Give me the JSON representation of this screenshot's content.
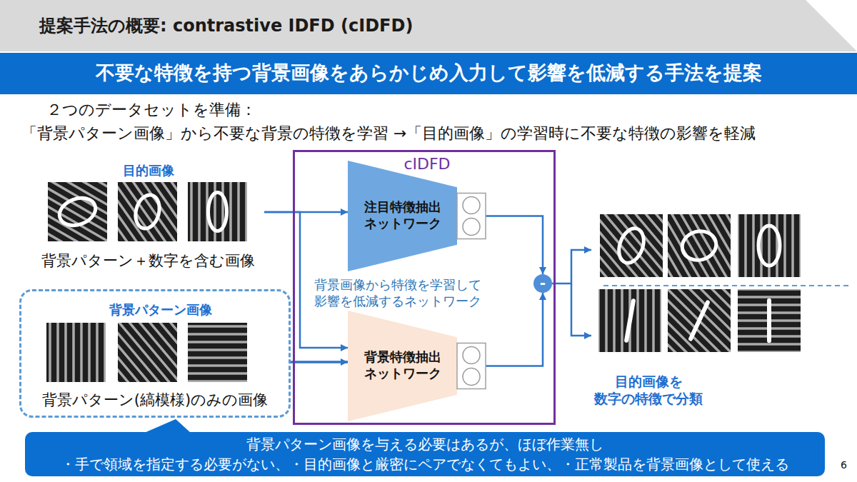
{
  "diagram": {
    "title": "提案手法の概要: contrastive IDFD (cIDFD)",
    "nodes": [
      {
        "text": [
          "不要な特徴を持つ背景画像をあらかじめ入力して影響を低減する手法を提案"
        ]
      },
      {
        "text": [
          "目的画像",
          "背景パターン＋数字を含む画像"
        ]
      },
      {
        "text": [
          "背景パターン画像",
          "背景パターン(縞模様)のみの画像"
        ]
      },
      {
        "text": [
          "cIDFD",
          "背景画像から特徴を学習して 影響を低減するネットワーク"
        ]
      },
      {
        "text": [
          "注目特徴抽出 ネットワーク"
        ],
        "in": 3
      },
      {
        "text": [
          "背景特徴抽出 ネットワーク"
        ],
        "in": 3
      },
      {
        "text": [
          "-"
        ],
        "in": 3
      },
      {
        "text": [
          "目的画像を 数字の特徴で分類"
        ]
      },
      {
        "text": [
          "背景パターン画像を与える必要はあるが、ほぼ作業無し",
          "・手で領域を指定する必要がない、・目的画像と厳密にペアでなくてもよい、・正常製品を背景画像として使える"
        ]
      }
    ],
    "edges": [
      {
        "from": 1,
        "to": 4,
        "arrow": "to"
      },
      {
        "from": 1,
        "to": 5,
        "arrow": "to"
      },
      {
        "from": 2,
        "to": 5,
        "arrow": "to"
      },
      {
        "from": 4,
        "to": 6,
        "arrow": "to"
      },
      {
        "from": 5,
        "to": 6,
        "arrow": "to"
      },
      {
        "from": 6,
        "to": 7,
        "arrow": "to"
      }
    ],
    "labels": [
      "２つのデータセットを準備：",
      "「背景パターン画像」から不要な背景の特徴を学習 →「目的画像」の学習時に不要な特徴の影響を軽減",
      "6"
    ]
  }
}
